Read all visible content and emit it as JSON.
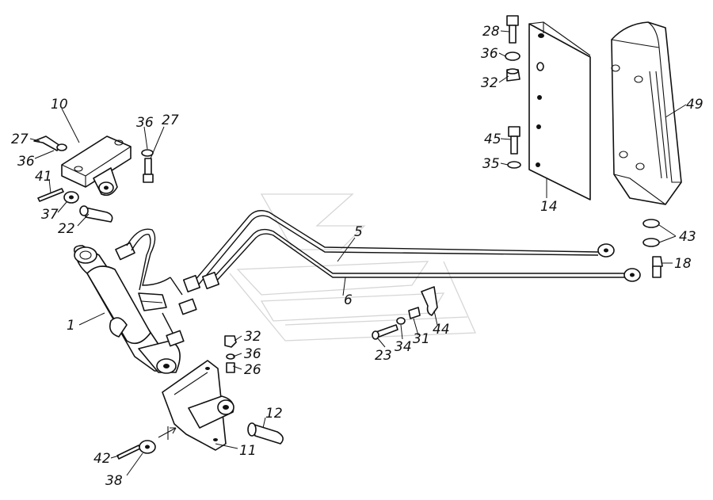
{
  "diagram": {
    "callouts": [
      {
        "id": "c1",
        "text": "1"
      },
      {
        "id": "c5",
        "text": "5"
      },
      {
        "id": "c6",
        "text": "6"
      },
      {
        "id": "c10",
        "text": "10"
      },
      {
        "id": "c11",
        "text": "11"
      },
      {
        "id": "c12",
        "text": "12"
      },
      {
        "id": "c14",
        "text": "14"
      },
      {
        "id": "c18",
        "text": "18"
      },
      {
        "id": "c22",
        "text": "22"
      },
      {
        "id": "c23",
        "text": "23"
      },
      {
        "id": "c26",
        "text": "26"
      },
      {
        "id": "c27a",
        "text": "27"
      },
      {
        "id": "c27b",
        "text": "27"
      },
      {
        "id": "c28",
        "text": "28"
      },
      {
        "id": "c31",
        "text": "31"
      },
      {
        "id": "c32a",
        "text": "32"
      },
      {
        "id": "c32b",
        "text": "32"
      },
      {
        "id": "c34",
        "text": "34"
      },
      {
        "id": "c35",
        "text": "35"
      },
      {
        "id": "c36a",
        "text": "36"
      },
      {
        "id": "c36b",
        "text": "36"
      },
      {
        "id": "c36c",
        "text": "36"
      },
      {
        "id": "c36d",
        "text": "36"
      },
      {
        "id": "c37",
        "text": "37"
      },
      {
        "id": "c38",
        "text": "38"
      },
      {
        "id": "c41",
        "text": "41"
      },
      {
        "id": "c42",
        "text": "42"
      },
      {
        "id": "c43",
        "text": "43"
      },
      {
        "id": "c44",
        "text": "44"
      },
      {
        "id": "c45",
        "text": "45"
      },
      {
        "id": "c49",
        "text": "49"
      }
    ]
  }
}
